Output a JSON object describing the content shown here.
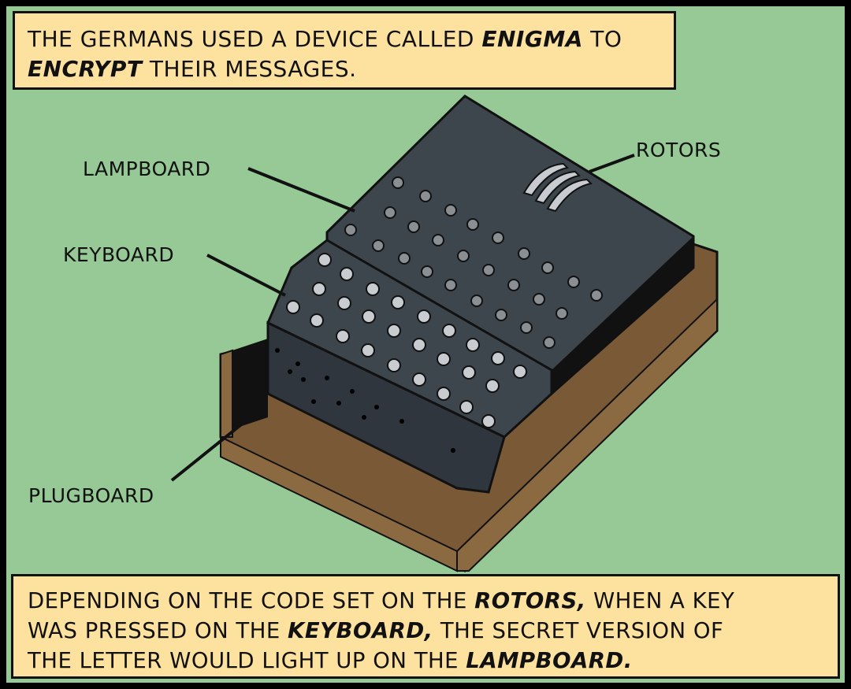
{
  "caption_top": {
    "part1": "THE GERMANS USED A DEVICE CALLED ",
    "em1": "ENIGMA",
    "part2": " TO",
    "em2": "ENCRYPT",
    "part3": " THEIR MESSAGES."
  },
  "labels": {
    "lampboard": "LAMPBOARD",
    "keyboard": "KEYBOARD",
    "rotors": "ROTORS",
    "plugboard": "PLUGBOARD"
  },
  "caption_bottom": {
    "part1": "DEPENDING ON THE CODE SET ON THE ",
    "em1": "ROTORS,",
    "part2": " WHEN A KEY",
    "part3": "WAS PRESSED ON THE ",
    "em2": "KEYBOARD,",
    "part4": " THE SECRET VERSION OF",
    "part5": "THE LETTER WOULD LIGHT UP ON THE ",
    "em3": "LAMPBOARD."
  },
  "colors": {
    "background": "#96c996",
    "caption_bg": "#fde19f",
    "machine": "#3d454d",
    "box": "#7a5a36"
  }
}
